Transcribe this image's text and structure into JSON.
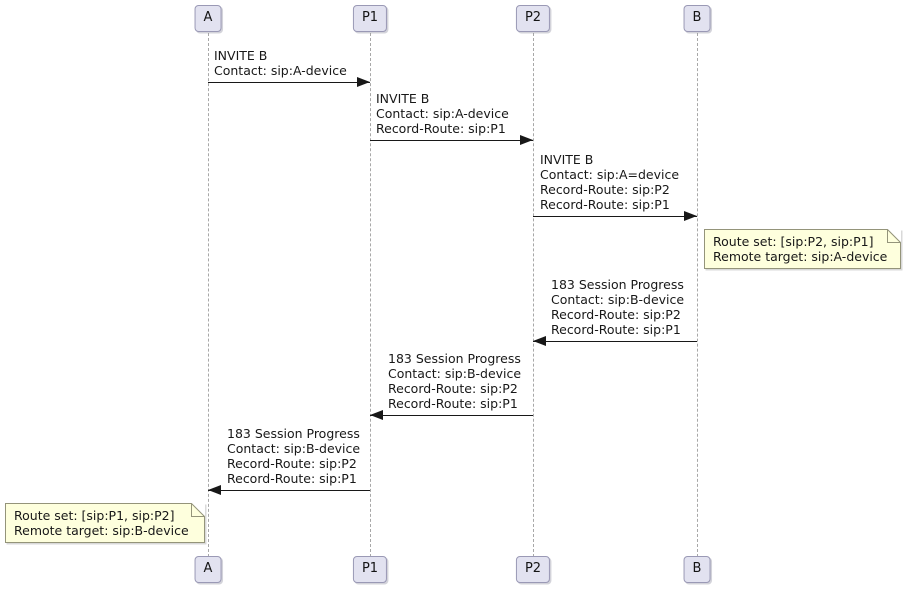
{
  "diagram": {
    "type": "sequence-diagram",
    "background": "#FFFFFF",
    "colors": {
      "participant_fill": "#E2E2F0",
      "participant_border": "#9A99B5",
      "lifeline": "#A8A8A8",
      "arrow": "#181818",
      "text": "#181818",
      "note_fill": "#FEFFDD",
      "note_border": "#94947A"
    },
    "participants": [
      {
        "label": "A"
      },
      {
        "label": "P1"
      },
      {
        "label": "P2"
      },
      {
        "label": "B"
      }
    ],
    "messages": [
      {
        "from": "A",
        "to": "P1",
        "direction": "right",
        "lines": [
          "INVITE B",
          "Contact: sip:A-device"
        ]
      },
      {
        "from": "P1",
        "to": "P2",
        "direction": "right",
        "lines": [
          "INVITE B",
          "Contact: sip:A-device",
          "Record-Route: sip:P1"
        ]
      },
      {
        "from": "P2",
        "to": "B",
        "direction": "right",
        "lines": [
          "INVITE B",
          "Contact: sip:A=device",
          "Record-Route: sip:P2",
          "Record-Route: sip:P1"
        ]
      },
      {
        "from": "B",
        "to": "P2",
        "direction": "left",
        "lines": [
          "183 Session Progress",
          "Contact: sip:B-device",
          "Record-Route: sip:P2",
          "Record-Route: sip:P1"
        ]
      },
      {
        "from": "P2",
        "to": "P1",
        "direction": "left",
        "lines": [
          "183 Session Progress",
          "Contact: sip:B-device",
          "Record-Route: sip:P2",
          "Record-Route: sip:P1"
        ]
      },
      {
        "from": "P1",
        "to": "A",
        "direction": "left",
        "lines": [
          "183 Session Progress",
          "Contact: sip:B-device",
          "Record-Route: sip:P2",
          "Record-Route: sip:P1"
        ]
      }
    ],
    "notes": [
      {
        "position": "right of B",
        "lines": [
          "Route set: [sip:P2, sip:P1]",
          "Remote target: sip:A-device"
        ]
      },
      {
        "position": "left of A",
        "lines": [
          "Route set: [sip:P1, sip:P2]",
          "Remote target: sip:B-device"
        ]
      }
    ]
  }
}
